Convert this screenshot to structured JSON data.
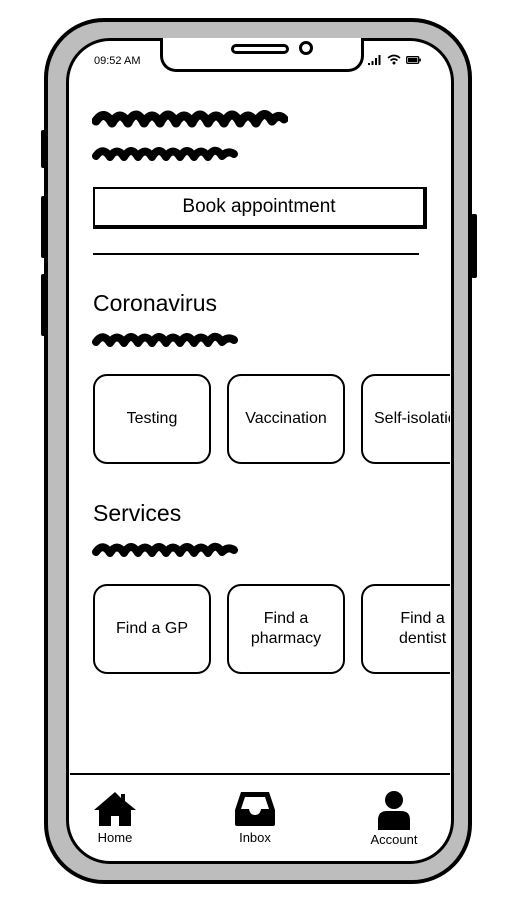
{
  "status_bar": {
    "time": "09:52 AM"
  },
  "primary_action": {
    "label": "Book appointment"
  },
  "sections": [
    {
      "title": "Coronavirus",
      "cards": [
        {
          "label": "Testing"
        },
        {
          "label": "Vaccination"
        },
        {
          "label": "Self-isolation"
        }
      ]
    },
    {
      "title": "Services",
      "cards": [
        {
          "label": "Find a GP"
        },
        {
          "label": "Find a\npharmacy"
        },
        {
          "label": "Find a\ndentist"
        }
      ]
    }
  ],
  "bottom_nav": {
    "items": [
      {
        "label": "Home",
        "icon": "home-icon"
      },
      {
        "label": "Inbox",
        "icon": "inbox-icon"
      },
      {
        "label": "Account",
        "icon": "account-icon"
      }
    ]
  }
}
